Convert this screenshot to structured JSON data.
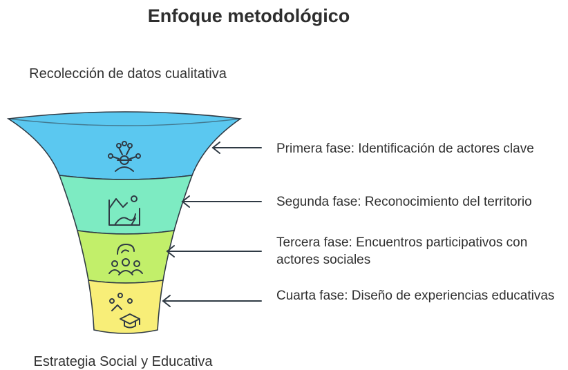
{
  "title": "Enfoque metodológico",
  "top_label": "Recolección de datos cualitativa",
  "bottom_label": "Estrategia Social y Educativa",
  "phases": [
    {
      "label": "Primera fase: Identificación de actores clave",
      "color": "#5bc8f0",
      "icon": "people-network-icon"
    },
    {
      "label": "Segunda fase: Reconocimiento del territorio",
      "color": "#7debc2",
      "icon": "landscape-map-icon"
    },
    {
      "label": "Tercera fase: Encuentros participativos con actores sociales",
      "color": "#c2ef6a",
      "icon": "group-meeting-icon"
    },
    {
      "label": "Cuarta fase: Diseño de experiencias educativas",
      "color": "#f8ee78",
      "icon": "graduation-cap-icon"
    }
  ]
}
